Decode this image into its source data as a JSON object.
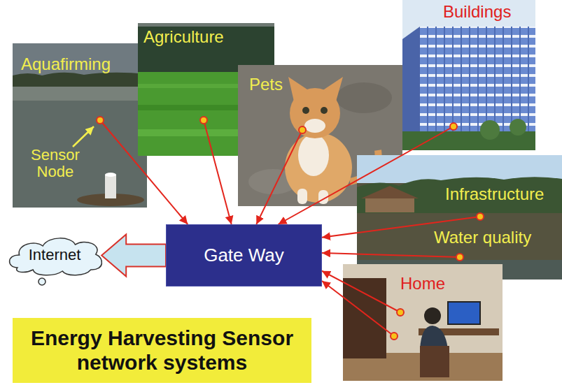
{
  "diagram": {
    "title": "Energy Harvesting Sensor network systems",
    "nodes": [
      {
        "text": [
          "Aquafirming",
          "Sensor Node"
        ]
      },
      {
        "text": [
          "Agriculture"
        ]
      },
      {
        "text": [
          "Pets"
        ]
      },
      {
        "text": [
          "Buildings"
        ]
      },
      {
        "text": [
          "Infrastructure",
          "Water quality"
        ]
      },
      {
        "text": [
          "Internet"
        ]
      },
      {
        "text": [
          "Gate Way"
        ]
      },
      {
        "text": [
          "Home"
        ]
      }
    ],
    "edges": [
      {
        "from": 0,
        "to": 6,
        "arrow": "to"
      },
      {
        "from": 1,
        "to": 6,
        "arrow": "to"
      },
      {
        "from": 2,
        "to": 6,
        "arrow": "to"
      },
      {
        "from": 3,
        "to": 6,
        "arrow": "to"
      },
      {
        "from": 4,
        "to": 6,
        "arrow": "to"
      },
      {
        "from": 4,
        "to": 6,
        "arrow": "to"
      },
      {
        "from": 7,
        "to": 6,
        "arrow": "to"
      },
      {
        "from": 7,
        "to": 6,
        "arrow": "to"
      },
      {
        "from": 6,
        "to": 5,
        "arrow": "to"
      }
    ]
  }
}
